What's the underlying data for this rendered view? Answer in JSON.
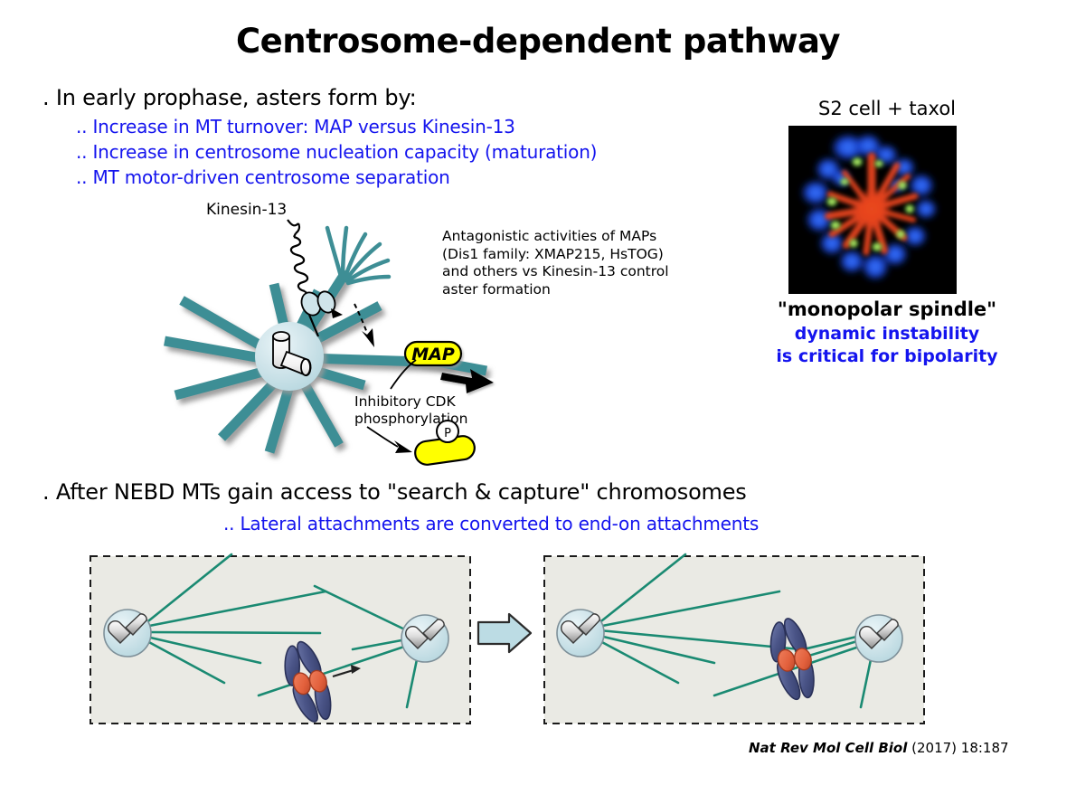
{
  "title": "Centrosome-dependent pathway",
  "bullets": {
    "main_1": ". In early prophase, asters form by:",
    "sub_1": ".. Increase in MT turnover: MAP versus Kinesin-13",
    "sub_2": ".. Increase in centrosome nucleation capacity (maturation)",
    "sub_3": ".. MT motor-driven centrosome separation",
    "main_2": ". After NEBD MTs gain access to \"search & capture\" chromosomes",
    "sub_4": ".. Lateral attachments are converted to end-on attachments"
  },
  "diagram": {
    "kinesin_label": "Kinesin-13",
    "antagonistic_text": "Antagonistic activities of MAPs (Dis1 family: XMAP215, HsTOG) and others vs Kinesin-13 control aster formation",
    "inhibitory_text": "Inhibitory CDK phosphorylation",
    "map_label": "MAP",
    "phospho_label": "P"
  },
  "micrograph": {
    "caption": "S2 cell + taxol",
    "label": "\"monopolar spindle\"",
    "note_line_1": "dynamic instability",
    "note_line_2": "is critical for bipolarity"
  },
  "citation": {
    "journal": "Nat Rev Mol Cell Biol",
    "rest": " (2017) 18:187"
  },
  "colors": {
    "accent_blue": "#1414ee",
    "microtubule_teal": "#3e8e95",
    "mt_line_green": "#1a8a72",
    "centrosome_fill": "#cfe4ea",
    "chromosome_blue": "#4a5487",
    "centromere_orange": "#e2603c",
    "map_yellow": "#ffff00",
    "panel_bg": "#eaeae4",
    "arrow_fill": "#bcdce4",
    "micrograph_bg": "#000000"
  }
}
